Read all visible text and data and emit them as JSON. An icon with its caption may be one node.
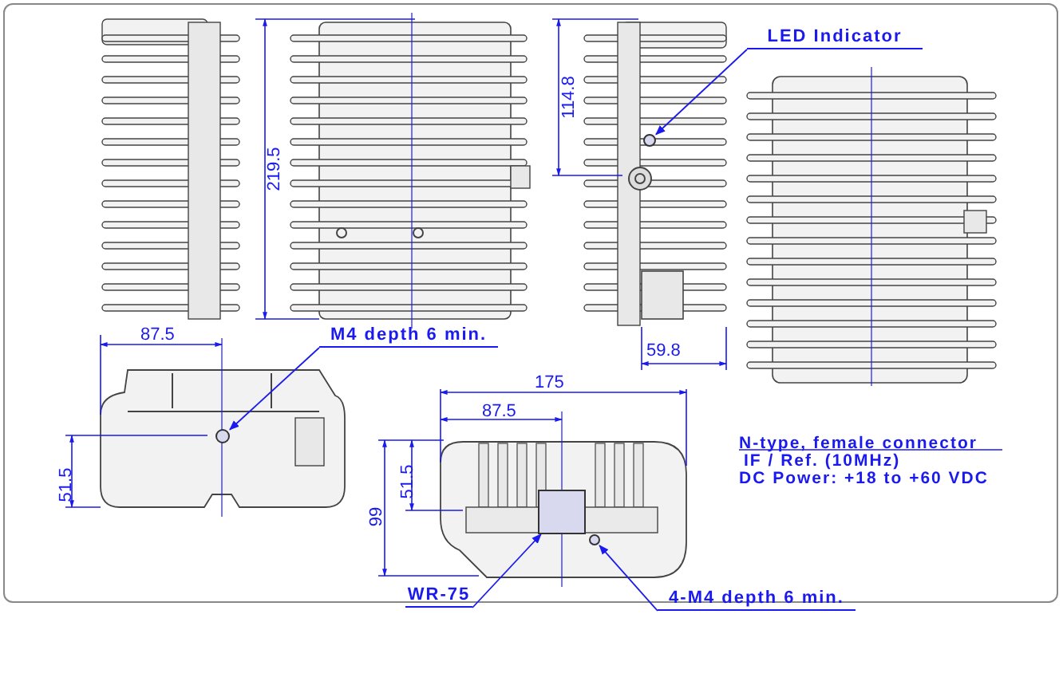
{
  "diagram": {
    "nodes": [
      {
        "text": [
          "LED Indicator"
        ]
      },
      {
        "text": [],
        "shape": "circle"
      },
      {
        "text": [
          "M4 depth 6 min."
        ]
      },
      {
        "text": [],
        "shape": "circle"
      },
      {
        "text": [
          "WR-75"
        ]
      },
      {
        "text": [],
        "shape": "box"
      },
      {
        "text": [
          "4-M4 depth 6 min."
        ]
      },
      {
        "text": [],
        "shape": "circle"
      }
    ],
    "edges": [
      {
        "from": 0,
        "to": 1,
        "arrow": "to"
      },
      {
        "from": 2,
        "to": 3,
        "arrow": "to"
      },
      {
        "from": 4,
        "to": 5,
        "arrow": "to"
      },
      {
        "from": 6,
        "to": 7,
        "arrow": "to"
      }
    ],
    "labels": [
      "219.5",
      "114.8",
      "87.5",
      "59.8",
      "175",
      "87.5",
      "51.5",
      "51.5",
      "99",
      "N-type, female connector",
      "IF / Ref. (10MHz)",
      "DC Power: +18 to +60 VDC"
    ]
  }
}
